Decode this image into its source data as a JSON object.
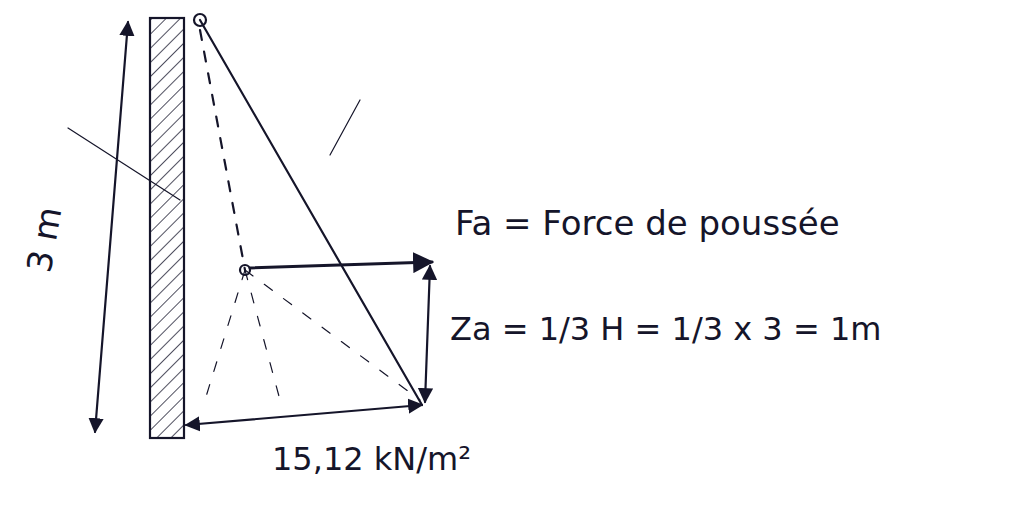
{
  "diagram": {
    "labels": [
      "3 m",
      "Fa = Force de poussée",
      "Za = 1/3 H = 1/3 x 3 = 1m",
      "15,12 kN/m²"
    ]
  }
}
